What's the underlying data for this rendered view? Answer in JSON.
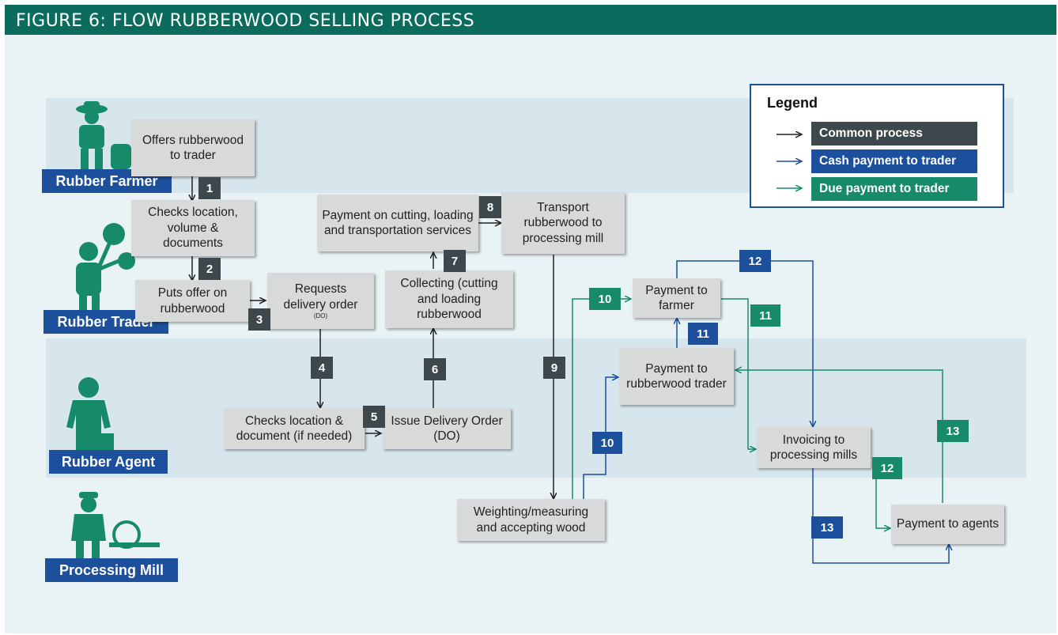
{
  "header": {
    "title": "FIGURE  6: FLOW RUBBERWOOD SELLING PROCESS"
  },
  "actors": {
    "farmer": "Rubber Farmer",
    "trader": "Rubber Trader",
    "agent": "Rubber Agent",
    "mill": "Processing Mill"
  },
  "legend": {
    "title": "Legend",
    "items": [
      {
        "label": "Common process",
        "color": "#3e474c"
      },
      {
        "label": "Cash payment to trader",
        "color": "#1c4f9c"
      },
      {
        "label": "Due payment to trader",
        "color": "#178a6a"
      }
    ]
  },
  "steps": {
    "offers": "Offers rubberwood to trader",
    "checks_location": "Checks location, volume & documents",
    "puts_offer": "Puts offer on rubberwood",
    "requests_do": "Requests delivery order",
    "requests_do_sub": "(DO)",
    "checks_doc": "Checks location & document (if needed)",
    "issue_do": "Issue Delivery Order (DO)",
    "collecting": "Collecting (cutting and loading rubberwood",
    "payment_services": "Payment on cutting, loading and transportation services",
    "transport": "Transport rubberwood to processing mill",
    "weighting": "Weighting/measuring and accepting wood",
    "pay_farmer": "Payment to farmer",
    "pay_trader": "Payment to rubberwood trader",
    "invoicing": "Invoicing to processing mills",
    "pay_agents": "Payment to agents"
  },
  "badges": {
    "n1": "1",
    "n2": "2",
    "n3": "3",
    "n4": "4",
    "n5": "5",
    "n6": "6",
    "n7": "7",
    "n8": "8",
    "n9": "9",
    "n10_green": "10",
    "n10_blue": "10",
    "n11_blue": "11",
    "n11_green": "11",
    "n12_blue": "12",
    "n12_green": "12",
    "n13_green": "13",
    "n13_blue": "13"
  },
  "colors": {
    "common": "#3e474c",
    "cash": "#1c4f9c",
    "due": "#178a6a",
    "header": "#0b6b5c"
  }
}
